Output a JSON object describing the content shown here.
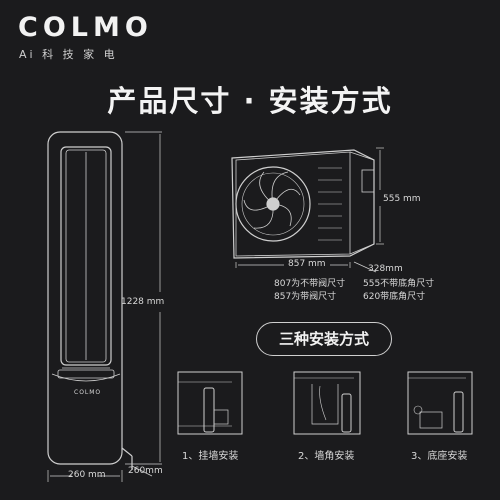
{
  "brand": {
    "name": "COLMO",
    "tagline": "Ai 科 技 家 电"
  },
  "title": "产品尺寸 · 安装方式",
  "indoor_unit": {
    "height": "1228 mm",
    "width": "260 mm",
    "depth": "260mm",
    "logo": "COLMO"
  },
  "outdoor_unit": {
    "width": "857 mm",
    "depth": "328mm",
    "height": "555 mm",
    "width_notes": [
      "807为不带阀尺寸",
      "857为带阀尺寸"
    ],
    "height_notes": [
      "555不带底角尺寸",
      "620带底角尺寸"
    ]
  },
  "install_section": {
    "title": "三种安装方式",
    "methods": [
      {
        "label": "1、挂墙安装"
      },
      {
        "label": "2、墙角安装"
      },
      {
        "label": "3、底座安装"
      }
    ]
  },
  "colors": {
    "background": "#1b1b1d",
    "line": "#cfcfcf",
    "text": "#e8e8e8"
  }
}
